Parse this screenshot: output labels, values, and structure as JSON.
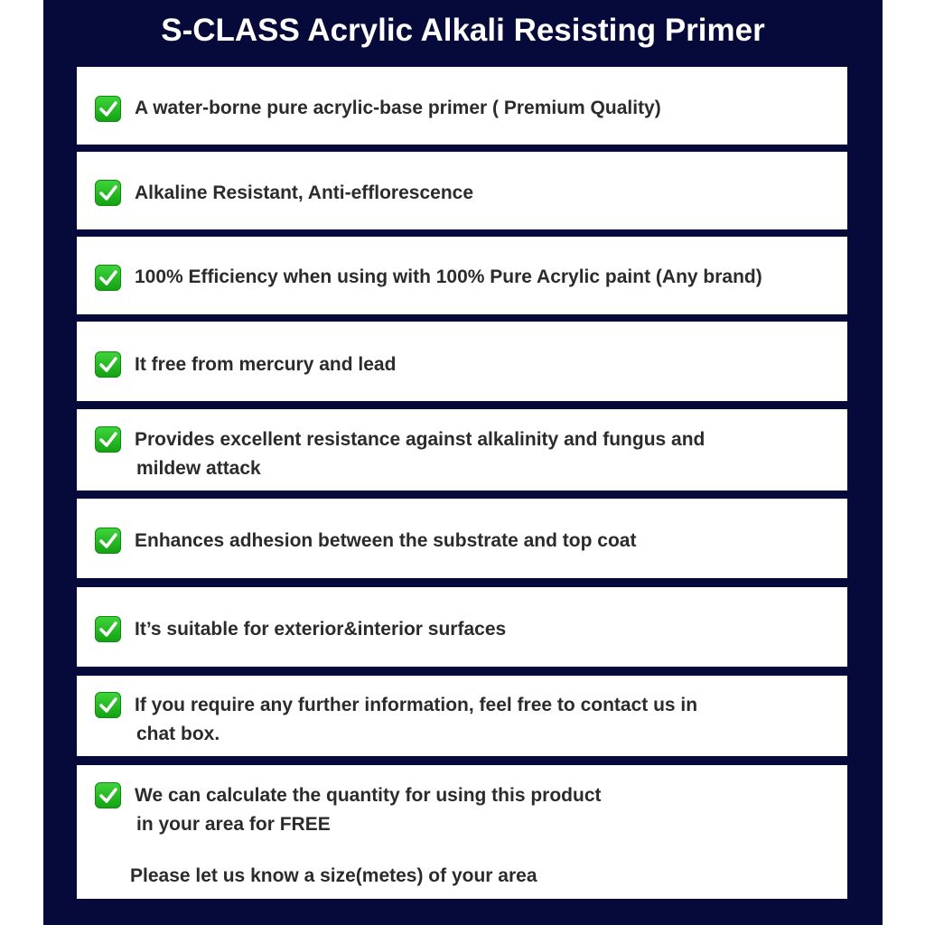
{
  "title": "S-CLASS Acrylic Alkali Resisting Primer",
  "icon": "check-mark-button-icon",
  "colors": {
    "background": "#050a3a",
    "card": "#ffffff",
    "check": "#22b822",
    "text": "#2b2b2b"
  },
  "features": [
    {
      "line1": "A water-borne pure acrylic-base primer ( Premium Quality)"
    },
    {
      "line1": "Alkaline Resistant, Anti-efflorescence"
    },
    {
      "line1": "100% Efficiency when using with 100% Pure Acrylic paint (Any brand)"
    },
    {
      "line1": "It free from mercury and lead"
    },
    {
      "line1": "Provides excellent resistance against alkalinity and fungus and",
      "line2": "mildew attack"
    },
    {
      "line1": "Enhances adhesion between the substrate and top coat"
    },
    {
      "line1": "It’s suitable for exterior&interior surfaces"
    },
    {
      "line1": "If you require any further information, feel free to contact us in",
      "line2": "chat box."
    },
    {
      "line1": "We can calculate the quantity for using this product",
      "line2": "in your area for FREE"
    }
  ],
  "note": "Please let us know a size(metes) of your area"
}
